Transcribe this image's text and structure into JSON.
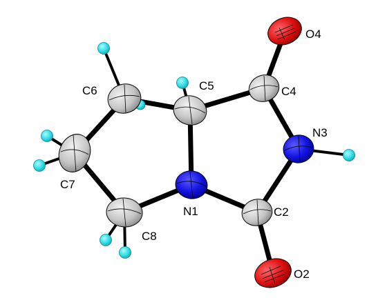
{
  "molecule": {
    "atoms": [
      {
        "id": "O4",
        "label": "O4",
        "element": "O"
      },
      {
        "id": "C4",
        "label": "C4",
        "element": "C"
      },
      {
        "id": "C5",
        "label": "C5",
        "element": "C"
      },
      {
        "id": "C6",
        "label": "C6",
        "element": "C"
      },
      {
        "id": "N3",
        "label": "N3",
        "element": "N"
      },
      {
        "id": "C7",
        "label": "C7",
        "element": "C"
      },
      {
        "id": "N1",
        "label": "N1",
        "element": "N"
      },
      {
        "id": "C2",
        "label": "C2",
        "element": "C"
      },
      {
        "id": "C8",
        "label": "C8",
        "element": "C"
      },
      {
        "id": "O2",
        "label": "O2",
        "element": "O"
      }
    ],
    "element_colors": {
      "C": "#c8c8c8",
      "N": "#1212e0",
      "O": "#e01010",
      "H": "#29e0e8"
    },
    "bond_color": "#000000"
  }
}
